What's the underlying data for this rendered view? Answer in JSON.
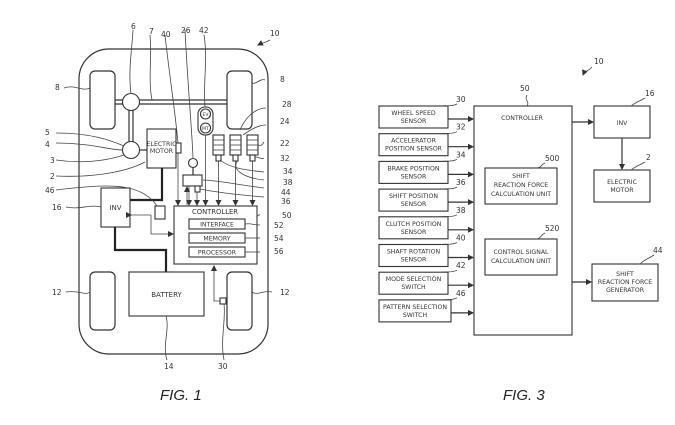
{
  "fig1": {
    "caption": "FIG. 1",
    "ref_vehicle": "10",
    "blocks": {
      "electric_motor_line1": "ELECTRIC",
      "electric_motor_line2": "MOTOR",
      "inv": "INV",
      "controller": "CONTROLLER",
      "interface": "INTERFACE",
      "memory": "MEMORY",
      "processor": "PROCESSOR",
      "battery": "BATTERY",
      "switch_ev": "EV",
      "switch_mt": "MT"
    },
    "refs": {
      "r6": "6",
      "r7": "7",
      "r40": "40",
      "r26": "26",
      "r42": "42",
      "r8_left": "8",
      "r8_right": "8",
      "r28": "28",
      "r24": "24",
      "r22": "22",
      "r32": "32",
      "r34": "34",
      "r38": "38",
      "r44": "44",
      "r36": "36",
      "r5": "5",
      "r4": "4",
      "r3": "3",
      "r2": "2",
      "r46": "46",
      "r16": "16",
      "r50": "50",
      "r52": "52",
      "r54": "54",
      "r56": "56",
      "r12_left": "12",
      "r12_right": "12",
      "r14": "14",
      "r30": "30"
    }
  },
  "fig3": {
    "caption": "FIG. 3",
    "ref_system": "10",
    "controller": {
      "label": "CONTROLLER",
      "ref": "50"
    },
    "units": [
      {
        "line1": "SHIFT",
        "line2": "REACTION FORCE",
        "line3": "CALCULATION UNIT",
        "ref": "500"
      },
      {
        "line1": "CONTROL SIGNAL",
        "line2": "CALCULATION UNIT",
        "ref": "520"
      }
    ],
    "inputs": [
      {
        "line1": "WHEEL SPEED",
        "line2": "SENSOR",
        "ref": "30"
      },
      {
        "line1": "ACCELERATOR",
        "line2": "POSITION SENSOR",
        "ref": "32"
      },
      {
        "line1": "BRAKE POSITION",
        "line2": "SENSOR",
        "ref": "34"
      },
      {
        "line1": "SHIFT POSITION",
        "line2": "SENSOR",
        "ref": "36"
      },
      {
        "line1": "CLUTCH POSITION",
        "line2": "SENSOR",
        "ref": "38"
      },
      {
        "line1": "SHAFT ROTATION",
        "line2": "SENSOR",
        "ref": "40"
      },
      {
        "line1": "MODE SELECTION",
        "line2": "SWITCH",
        "ref": "42"
      },
      {
        "line1": "PATTERN SELECTION",
        "line2": "SWITCH",
        "ref": "46"
      }
    ],
    "outputs": {
      "inv": {
        "label": "INV",
        "ref": "16"
      },
      "motor": {
        "line1": "ELECTRIC",
        "line2": "MOTOR",
        "ref": "2"
      },
      "generator": {
        "line1": "SHIFT",
        "line2": "REACTION FORCE",
        "line3": "GENERATOR",
        "ref": "44"
      }
    }
  }
}
